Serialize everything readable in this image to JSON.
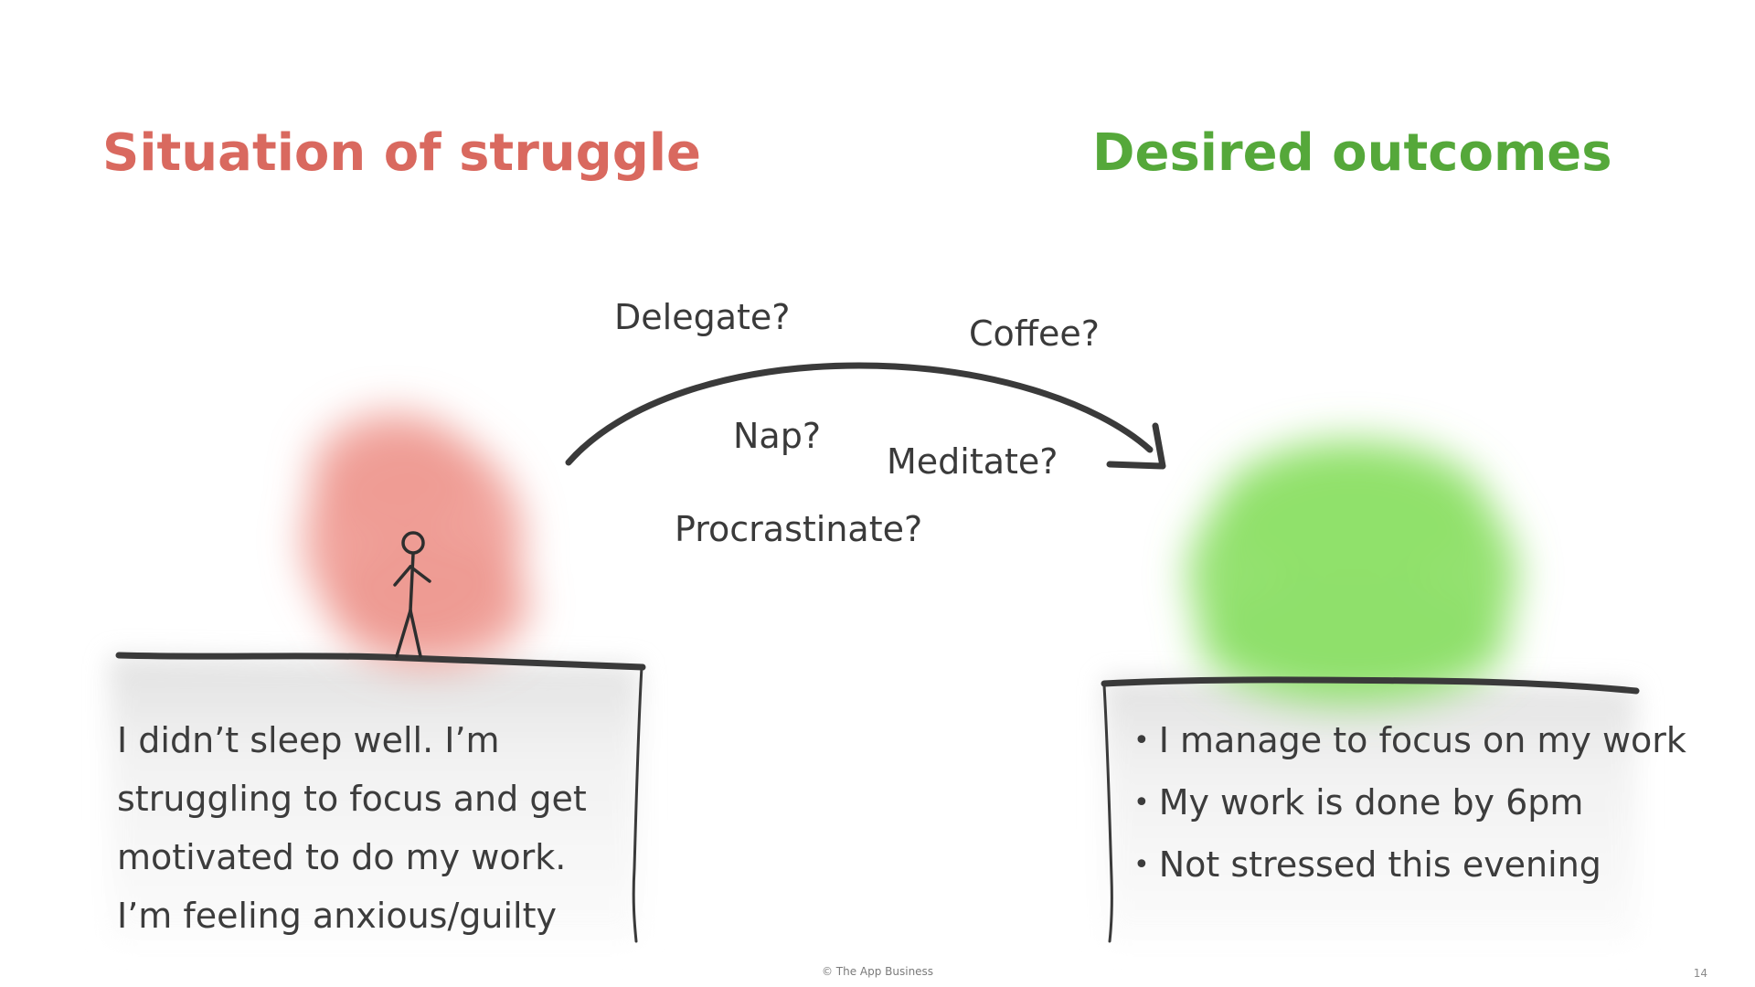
{
  "headings": {
    "struggle": "Situation of struggle",
    "outcome": "Desired outcomes"
  },
  "options": {
    "delegate": "Delegate?",
    "coffee": "Coffee?",
    "nap": "Nap?",
    "meditate": "Meditate?",
    "procrastinate": "Procrastinate?"
  },
  "struggle_description": [
    "I didn’t sleep well. I’m",
    "struggling to focus and get",
    "motivated to do my work.",
    "I’m feeling anxious/guilty"
  ],
  "outcomes": [
    "I manage to focus on my work",
    "My work is done by 6pm",
    "Not stressed this evening"
  ],
  "footer": {
    "copyright": "© The App Business",
    "page_number": "14"
  },
  "colors": {
    "struggle": "#d9695f",
    "outcome": "#55a83a",
    "struggle_cloud": "#ef9a92",
    "outcome_cloud": "#8fe06a",
    "stroke": "#3a3a3a"
  }
}
